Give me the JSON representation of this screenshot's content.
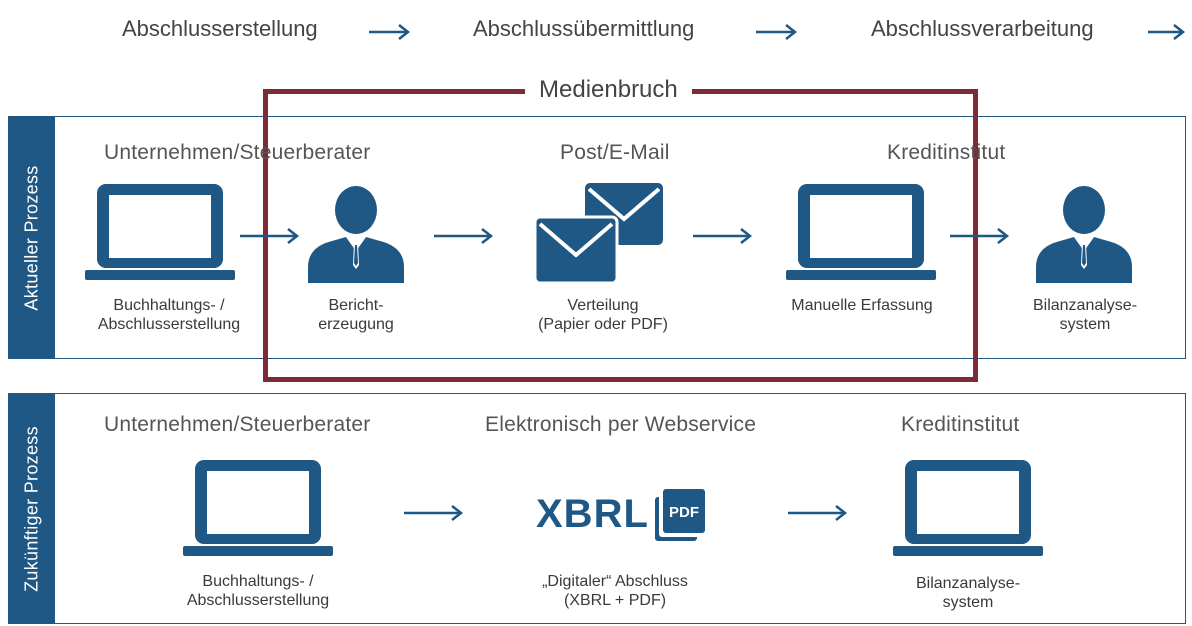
{
  "stages": [
    {
      "label": "Abschlusserstellung"
    },
    {
      "label": "Abschlussübermittlung"
    },
    {
      "label": "Abschlussverarbeitung"
    }
  ],
  "medienbruch": "Medienbruch",
  "current": {
    "side_label": "Aktueller Prozess",
    "headers": [
      "Unternehmen/Steuerberater",
      "Post/E-Mail",
      "Kreditinstitut"
    ],
    "captions": [
      [
        "Buchhaltungs- /",
        "Abschlusserstellung"
      ],
      [
        "Bericht-",
        "erzeugung"
      ],
      [
        "Verteilung",
        "(Papier oder PDF)"
      ],
      [
        "Manuelle Erfassung"
      ],
      [
        "Bilanzanalyse-",
        "system"
      ]
    ]
  },
  "future": {
    "side_label": "Zukünftiger Prozess",
    "headers": [
      "Unternehmen/Steuerberater",
      "Elektronisch per Webservice",
      "Kreditinstitut"
    ],
    "xbrl": "XBRL",
    "pdf": "PDF",
    "captions": [
      [
        "Buchhaltungs- /",
        "Abschlusserstellung"
      ],
      [
        "„Digitaler“ Abschluss",
        "(XBRL + PDF)"
      ],
      [
        "Bilanzanalyse-",
        "system"
      ]
    ]
  },
  "colors": {
    "accent": "#1f5785",
    "medienbruch": "#7e2a37",
    "text": "#444444"
  },
  "icons": [
    "laptop-icon",
    "person-icon",
    "envelope-icon",
    "pdf-icon",
    "arrow-icon"
  ]
}
